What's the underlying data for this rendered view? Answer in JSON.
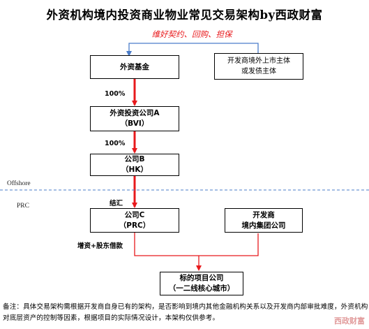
{
  "title": "外资机构境内投资商业物业常见交易架构by西政财富",
  "subtitle": "维好契约、回购、担保",
  "zones": {
    "offshore": "Offshore",
    "prc": "PRC"
  },
  "boxes": {
    "fund": {
      "line1": "外资基金"
    },
    "bvi": {
      "line1": "外资投资公司A",
      "line2": "（BVI）"
    },
    "hk": {
      "line1": "公司B",
      "line2": "（HK）"
    },
    "prc_c": {
      "line1": "公司C",
      "line2": "（PRC）"
    },
    "overseas": {
      "line1": "开发商境外上市主体",
      "line2": "或发债主体"
    },
    "developer": {
      "line1": "开发商",
      "line2": "境内集团公司"
    },
    "target": {
      "line1": "标的项目公司",
      "line2": "（一二线核心城市）"
    }
  },
  "labels": {
    "pct1": "100%",
    "pct2": "100%",
    "settlement": "结汇",
    "capital": "增资+股东借款"
  },
  "note": "备注：具体交易架构需根据开发商自身已有的架构，是否影响到境内其他金融机构关系以及开发商内部审批难度，外资机构对底层资产的控制等因素，根据项目的实际情况设计，本架构仅供参考。",
  "watermark": "西政财富",
  "colors": {
    "arrow_red": "#e8191c",
    "arrow_blue": "#4a7cc9",
    "dash": "#4a7cc9"
  }
}
